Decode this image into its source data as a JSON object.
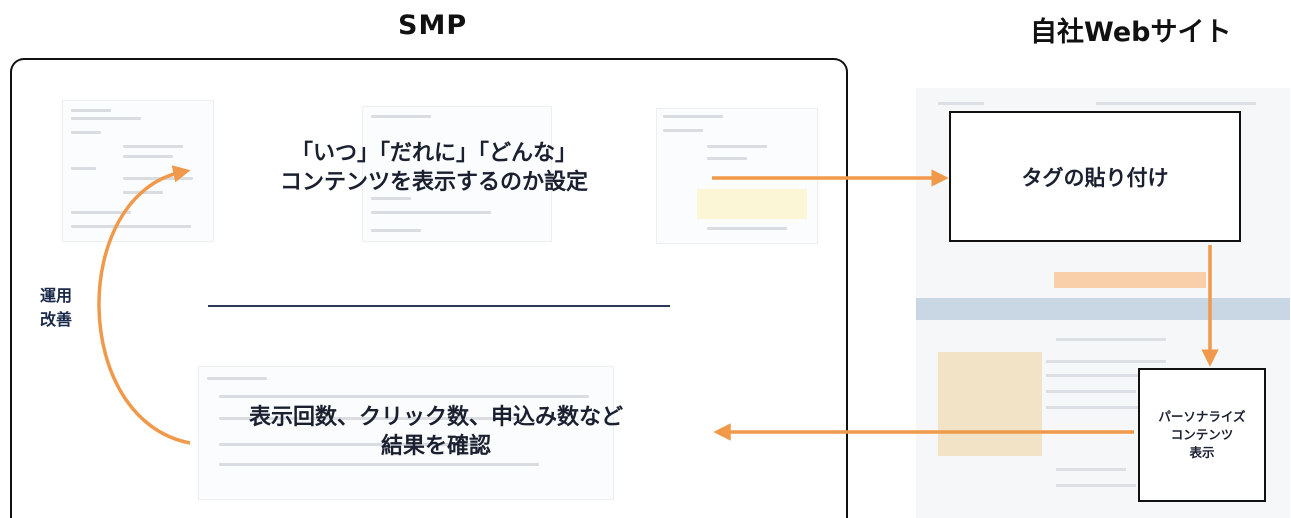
{
  "headings": {
    "smp": "SMP",
    "website": "自社Webサイト"
  },
  "steps": {
    "config_line1": "「いつ」「だれに」「どんな」",
    "config_line2": "コンテンツを表示するのか設定",
    "tag": "タグの貼り付け",
    "personalize_line1": "パーソナライズ",
    "personalize_line2": "コンテンツ",
    "personalize_line3": "表示",
    "result_line1": "表示回数、クリック数、申込み数など",
    "result_line2": "結果を確認"
  },
  "loop_label": {
    "line1": "運用",
    "line2": "改善"
  },
  "colors": {
    "arrow": "#f0994a",
    "divider": "#2a3a56",
    "frame": "#111111"
  }
}
